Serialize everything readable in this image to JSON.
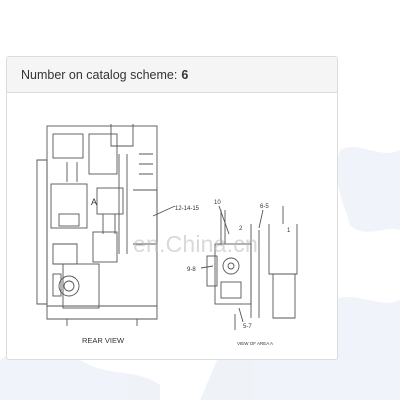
{
  "panel": {
    "heading_label": "Number on catalog scheme:",
    "heading_number": "6"
  },
  "diagram": {
    "rear_view_label": "REAR VIEW",
    "view_label": "VIEW OF AREA A",
    "callouts": {
      "a": "A",
      "c12": "12-14-15",
      "c10": "10",
      "c65": "6-5",
      "c98": "9-8",
      "c57": "5-7",
      "c2": "2",
      "c1": "1"
    }
  },
  "watermark": {
    "text": "en.China.cn"
  },
  "colors": {
    "line": "#555555",
    "panel_border": "#dcdcdc",
    "header_bg": "#f5f5f5"
  }
}
